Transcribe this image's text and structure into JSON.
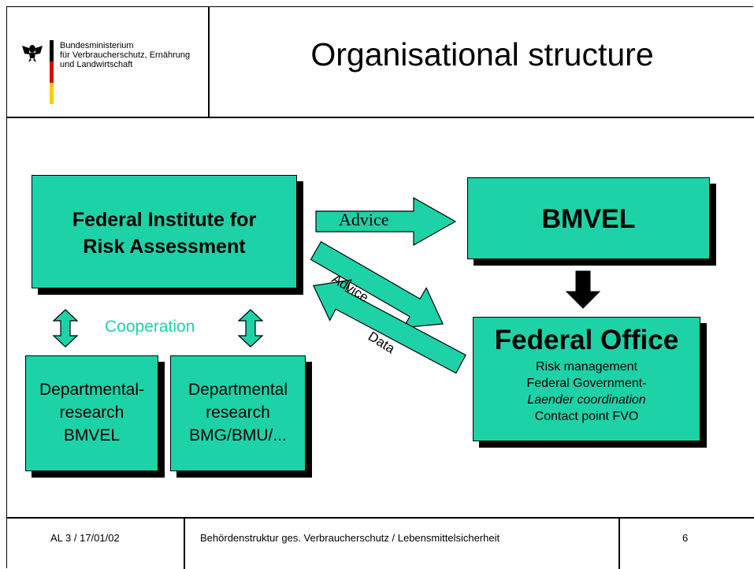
{
  "header": {
    "logo_lines": [
      "Bundesministerium",
      "für Verbraucherschutz, Ernährung",
      "und Landwirtschaft"
    ],
    "title": "Organisational structure"
  },
  "diagram": {
    "bfr": [
      "Federal Institute for",
      "Risk Assessment"
    ],
    "bmvel": "BMVEL",
    "federal_office": {
      "title": "Federal Office",
      "lines": [
        "Risk management",
        "Federal Government-",
        "Laender coordination",
        "Contact point FVO"
      ]
    },
    "research_bmvel": [
      "Departmental-",
      "research",
      "BMVEL"
    ],
    "research_other": [
      "Departmental",
      "research",
      "BMG/BMU/..."
    ],
    "cooperation": "Cooperation",
    "advice_1": "Advice",
    "advice_2": "Advice",
    "data": "Data"
  },
  "footer": {
    "left": "AL 3 / 17/01/02",
    "center": "Behördenstruktur ges. Verbraucherschutz / Lebensmittelsicherheit",
    "page": "6"
  },
  "colors": {
    "box_fill": "#1ed2a8",
    "shadow": "#000000",
    "cooperation_text": "#1ed2a8",
    "flag_black": "#000000",
    "flag_red": "#dd0000",
    "flag_gold": "#ffcc00"
  }
}
